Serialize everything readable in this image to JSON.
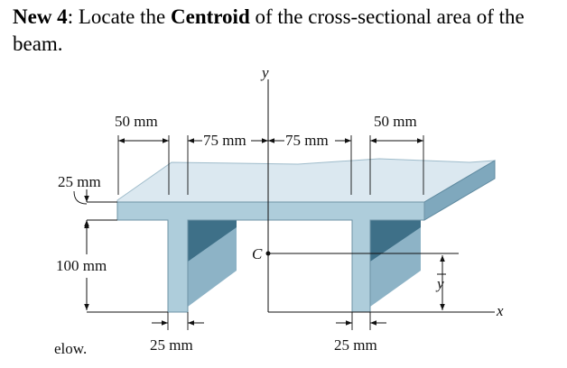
{
  "problem": {
    "label": "New 4",
    "text_a": ": Locate the ",
    "emphasis": "Centroid",
    "text_b": " of the cross-sectional area of the beam."
  },
  "figure": {
    "labels": {
      "flange_width_left": "50 mm",
      "flange_width_right": "50 mm",
      "left_half_span": "75 mm",
      "right_half_span": "75 mm",
      "flange_thickness": "25 mm",
      "web_depth": "100 mm",
      "web_thickness_left": "25 mm",
      "web_thickness_right": "25 mm",
      "centroid": "C",
      "axis_y": "y",
      "axis_x": "x",
      "centroid_distance": "y"
    },
    "cut_off_text": "elow."
  },
  "colors": {
    "slab_top": "#dbe8f0",
    "section_face": "#aecddb",
    "web_dark": "#3e7088",
    "side_face": "#7fa8bd"
  }
}
